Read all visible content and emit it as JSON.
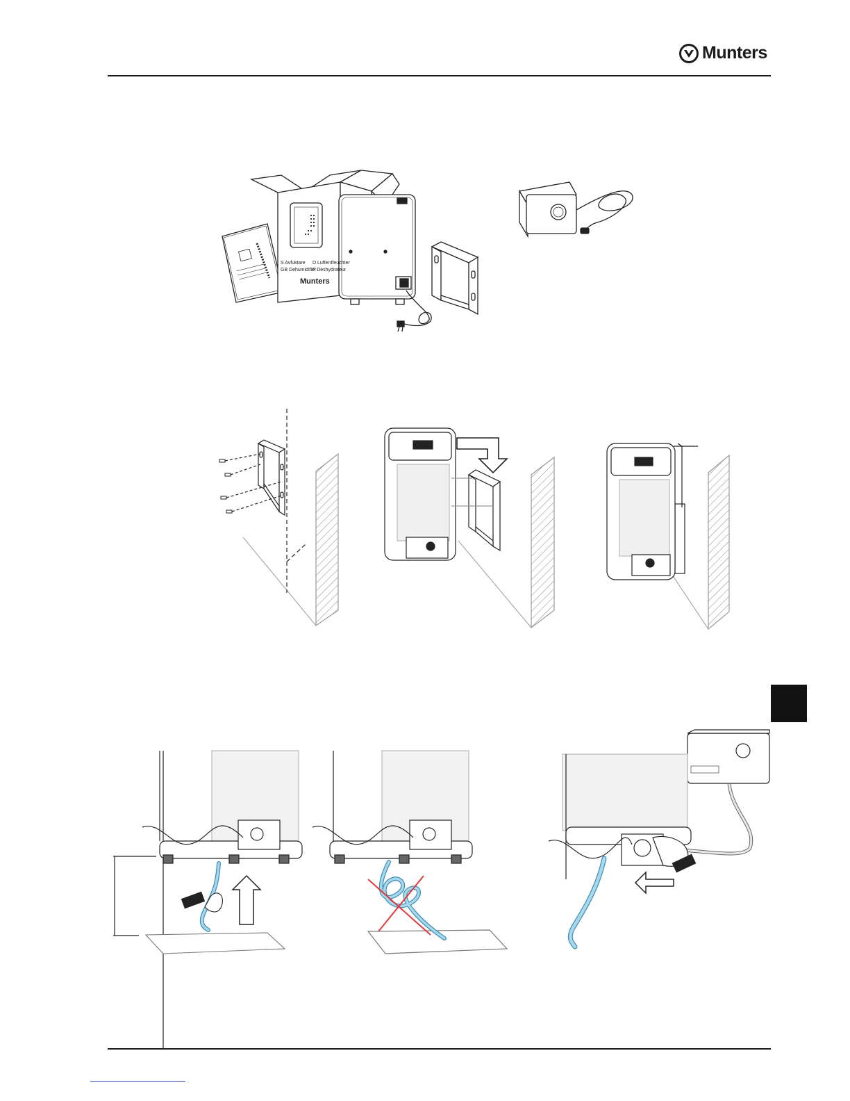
{
  "brand": {
    "name": "Munters"
  },
  "box_labels": {
    "line1_left": "S Avfuktare",
    "line1_right": "D Luftentfeuchter",
    "line2_left": "GB Dehumidifier",
    "line2_right": "F Déshydrateur",
    "brand": "Munters"
  },
  "colors": {
    "hose": "#a8d8ec",
    "hose_outline": "#3f8fb8",
    "cross": "#e03a3a",
    "tab": "#111111"
  }
}
